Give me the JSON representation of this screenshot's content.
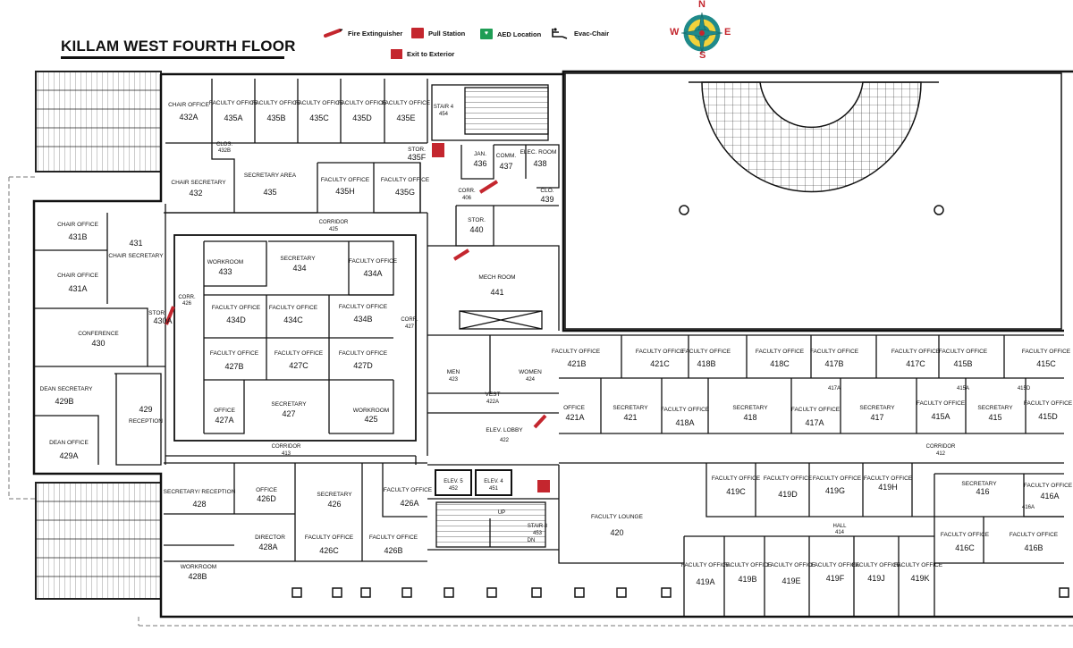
{
  "title": "KILLAM WEST FOURTH FLOOR",
  "legend": {
    "fire_extinguisher": "Fire Extinguisher",
    "pull_station": "Pull Station",
    "aed_location": "AED Location",
    "evac_chair": "Evac-Chair",
    "exit_to_exterior": "Exit to Exterior"
  },
  "compass": {
    "n": "N",
    "s": "S",
    "e": "E",
    "w": "W"
  },
  "colors": {
    "wall": "#111111",
    "compass_rim": "#1f8a8a",
    "compass_inner": "#f1d23b",
    "compass_point": "#c4262e",
    "fire": "#c4262e",
    "aed": "#1f9d55"
  },
  "rooms": [
    {
      "id": "432A",
      "kind": "CHAIR OFFICE"
    },
    {
      "id": "435A",
      "kind": "FACULTY OFFICE"
    },
    {
      "id": "435B",
      "kind": "FACULTY OFFICE"
    },
    {
      "id": "435C",
      "kind": "FACULTY OFFICE"
    },
    {
      "id": "435D",
      "kind": "FACULTY OFFICE"
    },
    {
      "id": "435E",
      "kind": "FACULTY OFFICE"
    },
    {
      "id": "432",
      "kind": "CHAIR SECRETARY"
    },
    {
      "id": "435",
      "kind": "SECRETARY AREA"
    },
    {
      "id": "435H",
      "kind": "FACULTY OFFICE"
    },
    {
      "id": "435G",
      "kind": "FACULTY OFFICE"
    },
    {
      "id": "435F",
      "kind": "STOR."
    },
    {
      "id": "436",
      "kind": "JAN."
    },
    {
      "id": "437",
      "kind": "COMM."
    },
    {
      "id": "438",
      "kind": "ELEC. ROOM"
    },
    {
      "id": "439",
      "kind": "CLO."
    },
    {
      "id": "440",
      "kind": "STOR."
    },
    {
      "id": "441",
      "kind": "MECH ROOM"
    },
    {
      "id": "431B",
      "kind": "CHAIR OFFICE"
    },
    {
      "id": "431A",
      "kind": "CHAIR OFFICE"
    },
    {
      "id": "431",
      "kind": "CHAIR SECRETARY"
    },
    {
      "id": "430",
      "kind": "CONFERENCE"
    },
    {
      "id": "430A",
      "kind": "STOR."
    },
    {
      "id": "429B",
      "kind": "DEAN SECRETARY"
    },
    {
      "id": "429A",
      "kind": "DEAN OFFICE"
    },
    {
      "id": "429",
      "kind": "RECEPTION"
    },
    {
      "id": "433",
      "kind": "WORKROOM"
    },
    {
      "id": "434",
      "kind": "SECRETARY"
    },
    {
      "id": "434A",
      "kind": "FACULTY OFFICE"
    },
    {
      "id": "434D",
      "kind": "FACULTY OFFICE"
    },
    {
      "id": "434C",
      "kind": "FACULTY OFFICE"
    },
    {
      "id": "434B",
      "kind": "FACULTY OFFICE"
    },
    {
      "id": "427B",
      "kind": "FACULTY OFFICE"
    },
    {
      "id": "427C",
      "kind": "FACULTY OFFICE"
    },
    {
      "id": "427D",
      "kind": "FACULTY OFFICE"
    },
    {
      "id": "427A",
      "kind": "OFFICE"
    },
    {
      "id": "427",
      "kind": "SECRETARY"
    },
    {
      "id": "425",
      "kind": "WORKROOM"
    },
    {
      "id": "428",
      "kind": "SECRETARY/ RECEPTION"
    },
    {
      "id": "426D",
      "kind": "OFFICE"
    },
    {
      "id": "426",
      "kind": "SECRETARY"
    },
    {
      "id": "426A",
      "kind": "FACULTY OFFICE"
    },
    {
      "id": "428A",
      "kind": "DIRECTOR"
    },
    {
      "id": "426C",
      "kind": "FACULTY OFFICE"
    },
    {
      "id": "426B",
      "kind": "FACULTY OFFICE"
    },
    {
      "id": "428B",
      "kind": "WORKROOM"
    },
    {
      "id": "423",
      "kind": "MEN"
    },
    {
      "id": "424",
      "kind": "WOMEN"
    },
    {
      "id": "422A",
      "kind": "VEST"
    },
    {
      "id": "422",
      "kind": "ELEV. LOBBY"
    },
    {
      "id": "420",
      "kind": "FACULTY LOUNGE"
    },
    {
      "id": "421B",
      "kind": "FACULTY OFFICE"
    },
    {
      "id": "421C",
      "kind": "FACULTY OFFICE"
    },
    {
      "id": "418B",
      "kind": "FACULTY OFFICE"
    },
    {
      "id": "418C",
      "kind": "FACULTY OFFICE"
    },
    {
      "id": "417B",
      "kind": "FACULTY OFFICE"
    },
    {
      "id": "417C",
      "kind": "FACULTY OFFICE"
    },
    {
      "id": "415B",
      "kind": "FACULTY OFFICE"
    },
    {
      "id": "415C",
      "kind": "FACULTY OFFICE"
    },
    {
      "id": "421A",
      "kind": "OFFICE"
    },
    {
      "id": "421",
      "kind": "SECRETARY"
    },
    {
      "id": "418A",
      "kind": "FACULTY OFFICE"
    },
    {
      "id": "418",
      "kind": "SECRETARY"
    },
    {
      "id": "417A",
      "kind": "FACULTY OFFICE"
    },
    {
      "id": "417",
      "kind": "SECRETARY"
    },
    {
      "id": "415A",
      "kind": "FACULTY OFFICE"
    },
    {
      "id": "415",
      "kind": "SECRETARY"
    },
    {
      "id": "415D",
      "kind": "FACULTY OFFICE"
    },
    {
      "id": "419C",
      "kind": "FACULTY OFFICE"
    },
    {
      "id": "419D",
      "kind": "FACULTY OFFICE"
    },
    {
      "id": "419G",
      "kind": "FACULTY OFFICE"
    },
    {
      "id": "419H",
      "kind": "FACULTY OFFICE"
    },
    {
      "id": "416",
      "kind": "SECRETARY"
    },
    {
      "id": "416A",
      "kind": "FACULTY OFFICE"
    },
    {
      "id": "419A",
      "kind": "FACULTY OFFICE"
    },
    {
      "id": "419B",
      "kind": "FACULTY OFFICE"
    },
    {
      "id": "419E",
      "kind": "FACULTY OFFICE"
    },
    {
      "id": "419F",
      "kind": "FACULTY OFFICE"
    },
    {
      "id": "419J",
      "kind": "FACULTY OFFICE"
    },
    {
      "id": "419K",
      "kind": "FACULTY OFFICE"
    },
    {
      "id": "416C",
      "kind": "FACULTY OFFICE"
    },
    {
      "id": "416B",
      "kind": "FACULTY OFFICE"
    }
  ],
  "labels": {
    "stair4": "STAIR 4",
    "stair4_num": "454",
    "stair3": "STAIR 3",
    "stair3_num": "453",
    "elev5": "ELEV. 5",
    "elev5_num": "452",
    "elev4": "ELEV. 4",
    "elev4_num": "451",
    "corridor": "CORRIDOR",
    "corridor_425": "425",
    "corridor_413": "413",
    "corridor_412": "412",
    "corr": "CORR.",
    "corr_406": "406",
    "corr_426": "426",
    "corr_427": "427",
    "clos": "CLOS.",
    "clos_num": "432B",
    "hall": "HALL",
    "hall_num": "414",
    "up": "UP",
    "dn": "DN",
    "vest_num": "422A",
    "men_num": "423",
    "women_num": "424",
    "lobby_num": "422",
    "t417a": "417A",
    "t415a": "415A",
    "t415d": "415D",
    "t416a": "416A"
  }
}
